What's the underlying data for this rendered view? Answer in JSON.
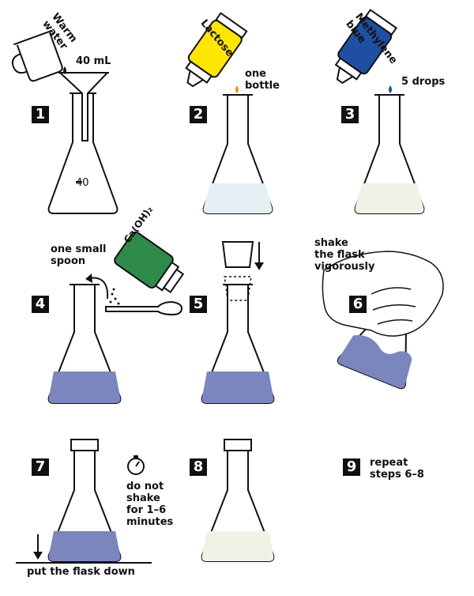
{
  "steps": [
    {
      "num": "1",
      "label": "40 mL",
      "bottle_label_line1": "Warm",
      "bottle_label_line2": "water",
      "flask_mark": "40"
    },
    {
      "num": "2",
      "bottle_label": "Lactose",
      "label_line1": "one",
      "label_line2": "bottle"
    },
    {
      "num": "3",
      "bottle_label_line1": "Methylene",
      "bottle_label_line2": "blue",
      "label": "5 drops"
    },
    {
      "num": "4",
      "label_line1": "one small",
      "label_line2": "spoon",
      "bottle_label": "Ca(OH)₂"
    },
    {
      "num": "5"
    },
    {
      "num": "6",
      "label_line1": "shake",
      "label_line2": "the flask",
      "label_line3": "vigorously"
    },
    {
      "num": "7",
      "label_line1": "do not",
      "label_line2": "shake",
      "label_line3": "for 1–6",
      "label_line4": "minutes",
      "caption": "put the flask down"
    },
    {
      "num": "8"
    },
    {
      "num": "9",
      "label_line1": "repeat",
      "label_line2": "steps 6–8"
    }
  ],
  "colors": {
    "liquid_blue": "#7b86bf",
    "liquid_pale": "#e8f0f0",
    "liquid_pale_green": "#eef3e6",
    "lactose_bottle": "#ffe600",
    "methylene_bottle": "#1f4fa3",
    "caoh_bottle": "#2e8b4a",
    "ink": "#111111"
  },
  "icons": [
    "beaker-icon",
    "dropper-bottle-icon",
    "erlenmeyer-flask-icon",
    "stopper-icon",
    "spoon-icon",
    "hand-icon",
    "stopwatch-icon",
    "down-arrow-icon"
  ]
}
